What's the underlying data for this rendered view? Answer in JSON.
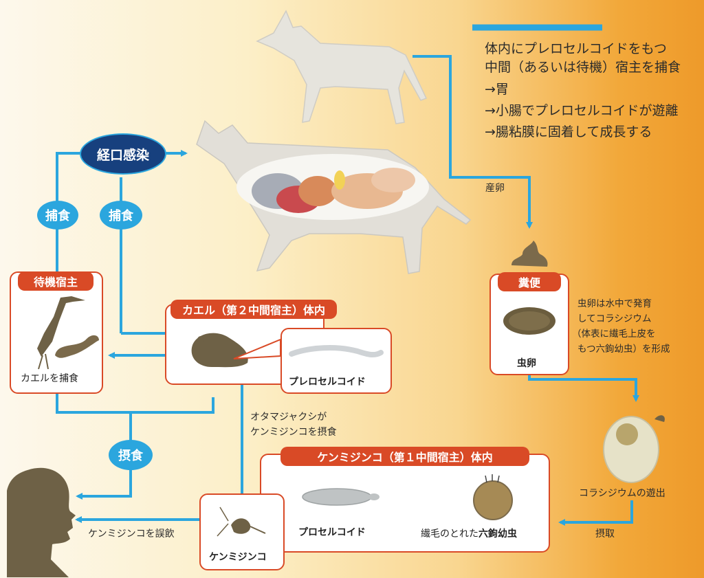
{
  "info": {
    "line1": "体内にプレロセルコイドをもつ",
    "line2": "中間（あるいは待機）宿主を捕食",
    "line3": "→胃",
    "line4": "→小腸でプレロセルコイドが遊離",
    "line5": "→腸粘膜に固着して成長する"
  },
  "labels": {
    "oral_infection": "経口感染",
    "predation_1": "捕食",
    "predation_2": "捕食",
    "ingestion": "摂食",
    "oviposition": "産卵",
    "intake": "摂取",
    "tadpole_line1": "オタマジャクシが",
    "tadpole_line2": "ケンミジンコを摂食",
    "accidental_drink": "ケンミジンコを誤飲",
    "egg_line1": "虫卵は水中で発育",
    "egg_line2": "してコラシジウム",
    "egg_line3": "（体表に繊毛上皮を",
    "egg_line4": "もつ六鉤幼虫）を形成",
    "coracidium_release": "コラシジウムの遊出"
  },
  "boxes": {
    "paratenic": {
      "title": "待機宿主",
      "caption": "カエルを捕食"
    },
    "frog": {
      "title": "カエル（第２中間宿主）体内",
      "inner_label": "プレロセルコイド"
    },
    "feces": {
      "title": "糞便",
      "caption": "虫卵"
    },
    "copepod_internal": {
      "title": "ケンミジンコ（第１中間宿主）体内",
      "procercoid": "プロセルコイド",
      "oncosphere_pre": "繊毛のとれた",
      "oncosphere_bold": "六鉤幼虫"
    },
    "copepod": {
      "caption": "ケンミジンコ"
    }
  },
  "colors": {
    "arrow": "#2ba6de",
    "box_border": "#d94a26",
    "oval": "#17407e"
  },
  "icons": [
    "dog-silhouette",
    "cat-anatomy",
    "heron-icon",
    "snake-icon",
    "frog-icon",
    "plerocercoid-icon",
    "feces-icon",
    "egg-icon",
    "coracidium-icon",
    "procercoid-icon",
    "oncosphere-icon",
    "copepod-icon",
    "human-head-icon"
  ]
}
